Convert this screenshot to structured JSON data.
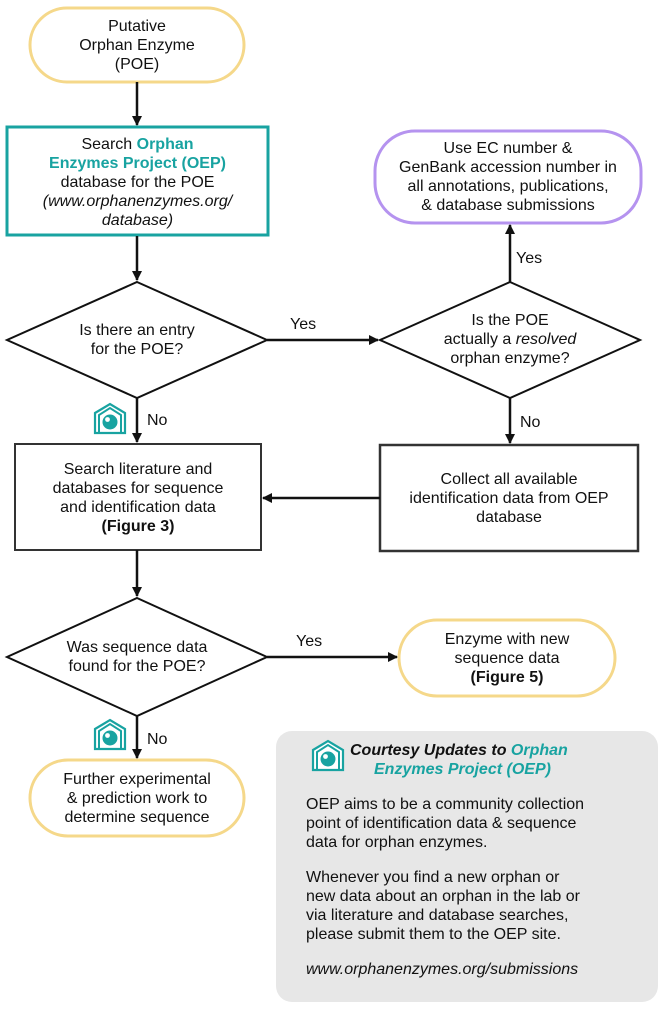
{
  "colors": {
    "teal": "#18a3a1",
    "yellow": "#f5d88a",
    "purple": "#b593ef",
    "box": "#333333",
    "note_bg": "#e7e7e7"
  },
  "nodes": {
    "poe": {
      "lines": [
        "Putative",
        "Orphan Enzyme",
        "(POE)"
      ]
    },
    "search_oep": {
      "line1_pre": "Search ",
      "line1_teal": "Orphan",
      "line2_teal": "Enzymes Project (OEP)",
      "line3": "database for the POE",
      "line4": "(www.orphanenzymes.org/",
      "line5": "database)"
    },
    "use_ec": {
      "lines": [
        "Use EC number &",
        "GenBank accession number in",
        "all annotations, publications,",
        "& database submissions"
      ]
    },
    "entry_q": {
      "lines": [
        "Is there an entry",
        "for the POE?"
      ]
    },
    "resolved_q": {
      "line1": "Is the POE",
      "line2_pre": "actually a ",
      "line2_it": "resolved",
      "line3": "orphan enzyme?"
    },
    "search_lit": {
      "lines": [
        "Search literature and",
        "databases for sequence",
        "and identification data"
      ],
      "bold_line": "(Figure 3)"
    },
    "collect": {
      "lines": [
        "Collect all available",
        "identification data from OEP",
        "database"
      ]
    },
    "seq_found_q": {
      "lines": [
        "Was sequence data",
        "found for the POE?"
      ]
    },
    "new_seq": {
      "lines": [
        "Enzyme with new",
        "sequence data"
      ],
      "bold_line": "(Figure 5)"
    },
    "further": {
      "lines": [
        "Further experimental",
        "& prediction work to",
        "determine sequence"
      ]
    }
  },
  "edges": {
    "yes": "Yes",
    "no": "No"
  },
  "note": {
    "title_pre": "Courtesy Updates to ",
    "title_teal1": "Orphan",
    "title_teal2": "Enzymes Project (OEP)",
    "p1": [
      "OEP aims to be a community collection",
      "point of identification data & sequence",
      "data for orphan enzymes."
    ],
    "p2": [
      "Whenever you find a new orphan or",
      "new data about an orphan in the lab or",
      "via literature and database searches,",
      "please submit them to the OEP site."
    ],
    "url": "www.orphanenzymes.org/submissions"
  },
  "icons": [
    "oep-logo-icon",
    "oep-logo-icon",
    "oep-logo-icon"
  ]
}
